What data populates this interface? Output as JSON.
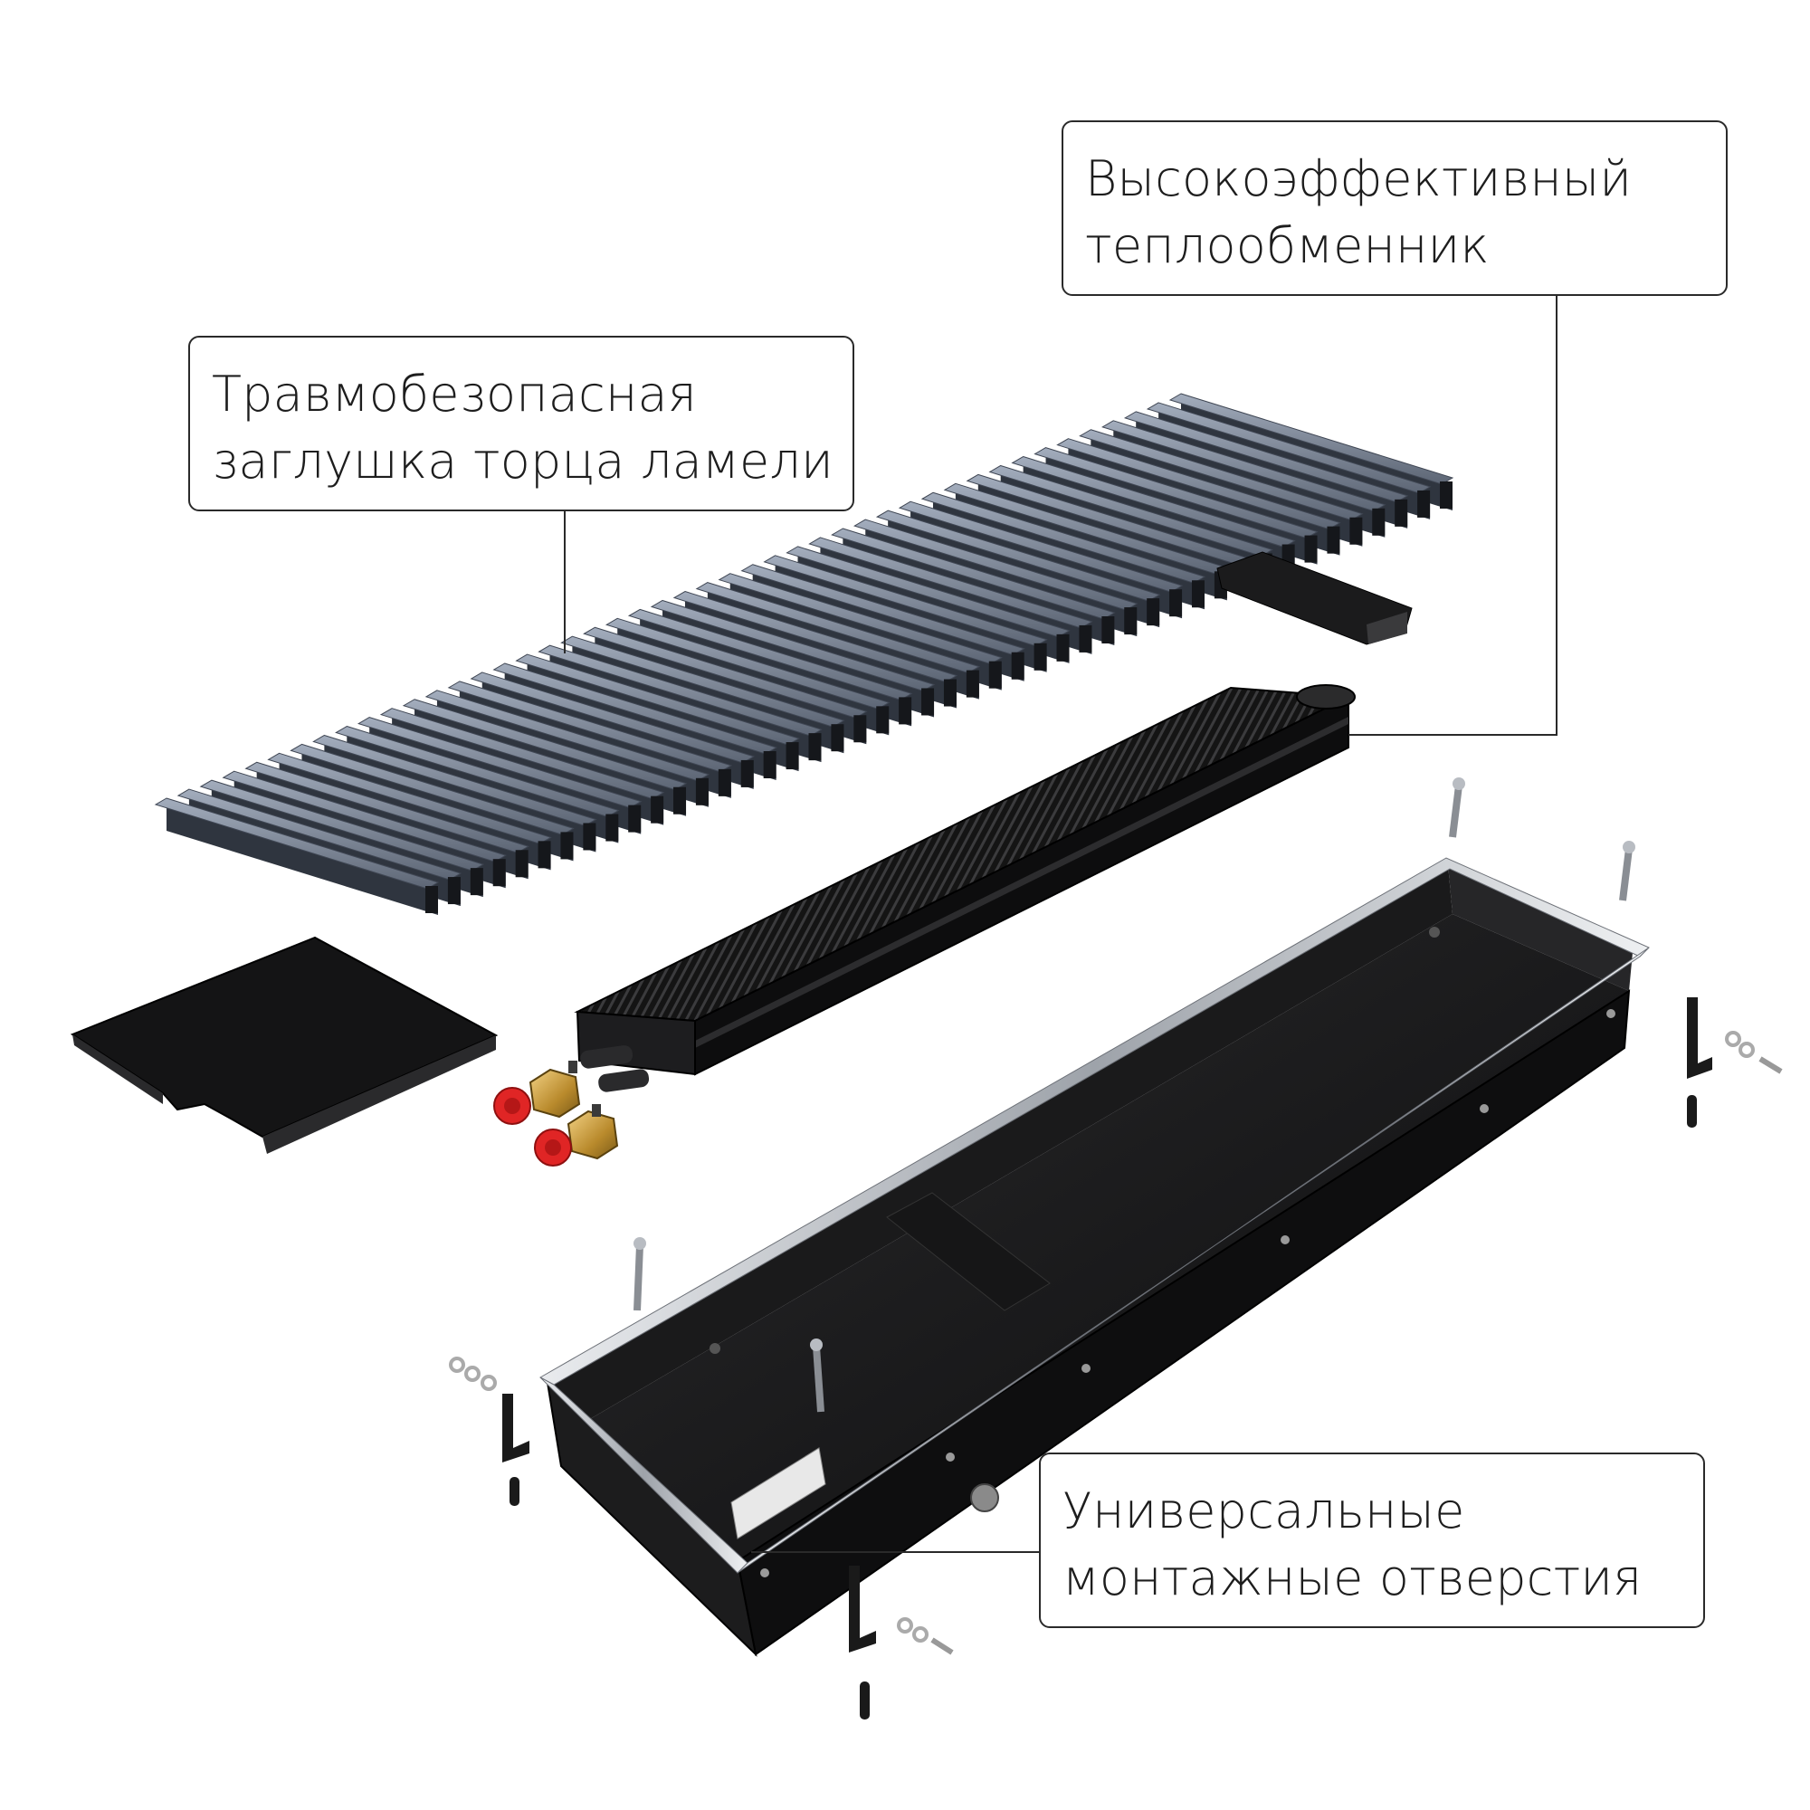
{
  "callouts": {
    "exchanger": {
      "line1": "Высокоэффективный",
      "line2": "теплообменник"
    },
    "grille": {
      "line1": "Травмобезопасная",
      "line2": "заглушка торца ламели"
    },
    "holes": {
      "line1": "Универсальные",
      "line2": "монтажные отверстия"
    }
  },
  "colors": {
    "background": "#ffffff",
    "callout_border": "#2a2a2a",
    "slat_top": "#7c8799",
    "slat_side": "#3c4350",
    "housing_black": "#111111",
    "frame_steel": "#c9ccd2",
    "valve_brass": "#c79a3a",
    "cap_red": "#e02525"
  }
}
